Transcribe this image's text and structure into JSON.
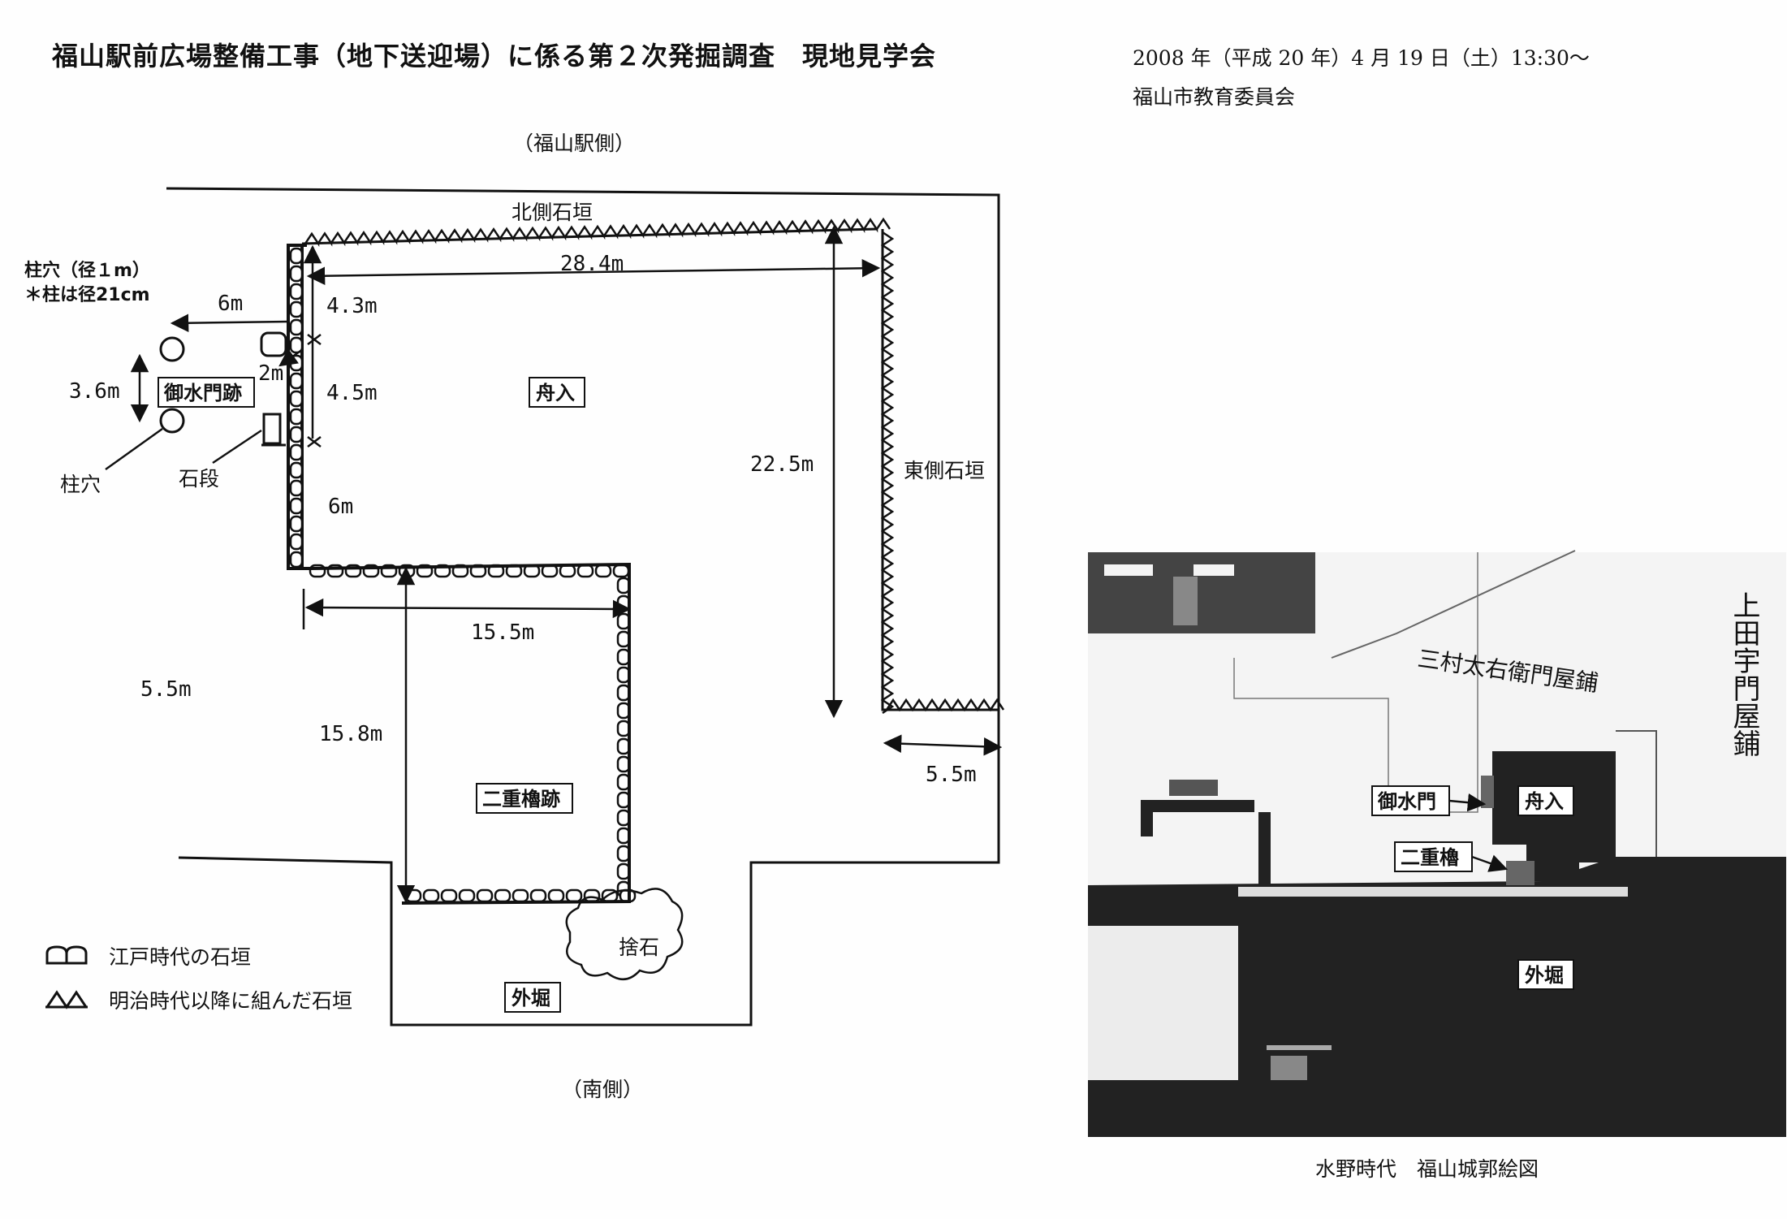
{
  "header": {
    "title": "福山駅前広場整備工事（地下送迎場）に係る第２次発掘調査　現地見学会",
    "date": "2008 年（平成 20 年）4 月 19 日（土）13:30～",
    "organizer": "福山市教育委員会"
  },
  "plan": {
    "north_side": "（福山駅側）",
    "south_side": "（南側）",
    "north_wall": "北側石垣",
    "east_wall": "東側石垣",
    "pillar_hole_1m": "柱穴（径１m）",
    "pillar_note": "＊柱は径21cm",
    "pillar_hole": "柱穴",
    "stone_steps": "石段",
    "discarded_stones": "捨石",
    "areas": {
      "gomizumon": "御水門跡",
      "funairi": "舟入",
      "nijuyagura": "二重櫓跡",
      "sotobori": "外堀"
    },
    "dimensions": {
      "d_28_4": "28.4m",
      "d_22_5": "22.5m",
      "d_15_5": "15.5m",
      "d_15_8": "15.8m",
      "d_5_5_left": "5.5m",
      "d_5_5_right": "5.5m",
      "d_6_top": "6m",
      "d_6_mid": "6m",
      "d_4_3": "4.3m",
      "d_4_5": "4.5m",
      "d_2": "2m",
      "d_3_6": "3.6m"
    },
    "legend": {
      "edo": "江戸時代の石垣",
      "meiji": "明治時代以降に組んだ石垣"
    }
  },
  "map": {
    "caption": "水野時代　福山城郭絵図",
    "residence_1": "三村太右衛門屋鋪",
    "residence_2": "上田宇門屋鋪",
    "labels": {
      "gomizumon": "御水門",
      "funairi": "舟入",
      "nijuyagura": "二重櫓",
      "sotobori": "外堀"
    }
  }
}
